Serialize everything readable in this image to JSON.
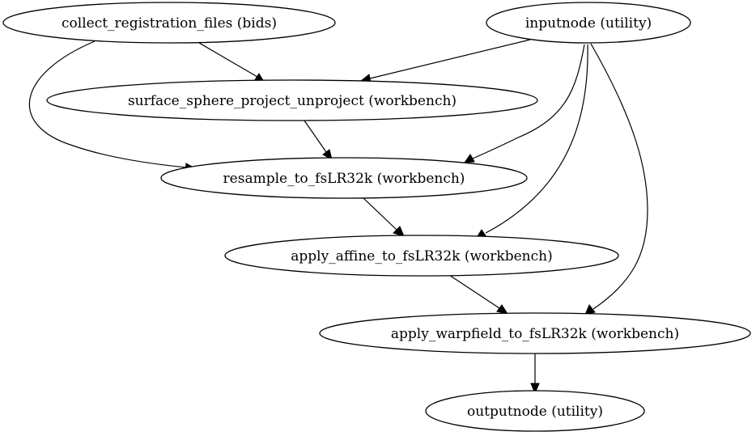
{
  "nodes": [
    {
      "id": "collect",
      "label": "collect_registration_files (bids)"
    },
    {
      "id": "inputnode",
      "label": "inputnode (utility)"
    },
    {
      "id": "sphere",
      "label": "surface_sphere_project_unproject (workbench)"
    },
    {
      "id": "resample",
      "label": "resample_to_fsLR32k (workbench)"
    },
    {
      "id": "affine",
      "label": "apply_affine_to_fsLR32k (workbench)"
    },
    {
      "id": "warpfield",
      "label": "apply_warpfield_to_fsLR32k (workbench)"
    },
    {
      "id": "outputnode",
      "label": "outputnode (utility)"
    }
  ],
  "edges": [
    {
      "from": "collect",
      "to": "sphere"
    },
    {
      "from": "collect",
      "to": "resample"
    },
    {
      "from": "inputnode",
      "to": "sphere"
    },
    {
      "from": "inputnode",
      "to": "resample"
    },
    {
      "from": "inputnode",
      "to": "affine"
    },
    {
      "from": "inputnode",
      "to": "warpfield"
    },
    {
      "from": "sphere",
      "to": "resample"
    },
    {
      "from": "resample",
      "to": "affine"
    },
    {
      "from": "affine",
      "to": "warpfield"
    },
    {
      "from": "warpfield",
      "to": "outputnode"
    }
  ]
}
